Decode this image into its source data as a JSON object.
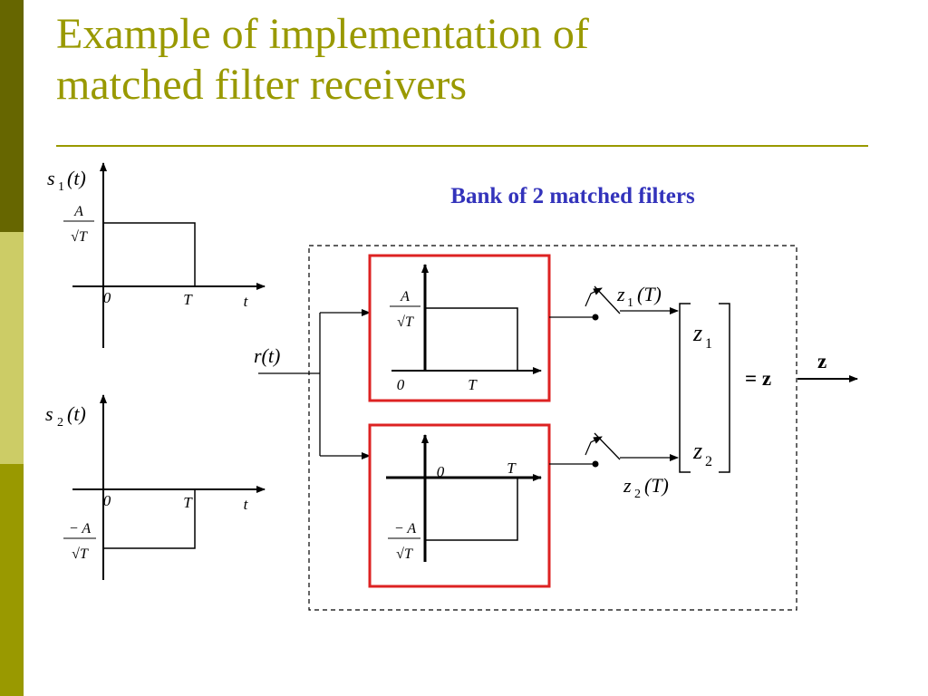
{
  "colors": {
    "sidebar_top": "#666600",
    "sidebar_mid": "#CCCC66",
    "sidebar_bottom": "#999900",
    "title": "#999900",
    "rule": "#999900",
    "filter_box": "#DD2222",
    "caption": "#3333BB",
    "ink": "#000000"
  },
  "slide": {
    "title_line1": "Example of implementation of",
    "title_line2": "matched filter receivers"
  },
  "caption": "Bank of 2 matched filters",
  "signal1": {
    "label_s": "s",
    "label_sub": "1",
    "label_arg": "(t)",
    "amp_num": "A",
    "amp_den": "√T",
    "origin": "0",
    "T": "T",
    "t": "t"
  },
  "signal2": {
    "label_s": "s",
    "label_sub": "2",
    "label_arg": "(t)",
    "amp_num": "− A",
    "amp_den": "√T",
    "origin": "0",
    "T": "T",
    "t": "t"
  },
  "input": {
    "label": "r(t)"
  },
  "filter1": {
    "amp_num": "A",
    "amp_den": "√T",
    "origin": "0",
    "T": "T"
  },
  "filter2": {
    "amp_num": "− A",
    "amp_den": "√T",
    "origin": "0",
    "T": "T"
  },
  "samples": {
    "z1T_base": "z",
    "z1T_sub": "1",
    "z1T_arg": "(T)",
    "z2T_base": "z",
    "z2T_sub": "2",
    "z2T_arg": "(T)"
  },
  "vector": {
    "z1_base": "z",
    "z1_sub": "1",
    "z2_base": "z",
    "z2_sub": "2",
    "equals": "= z",
    "output": "z"
  }
}
